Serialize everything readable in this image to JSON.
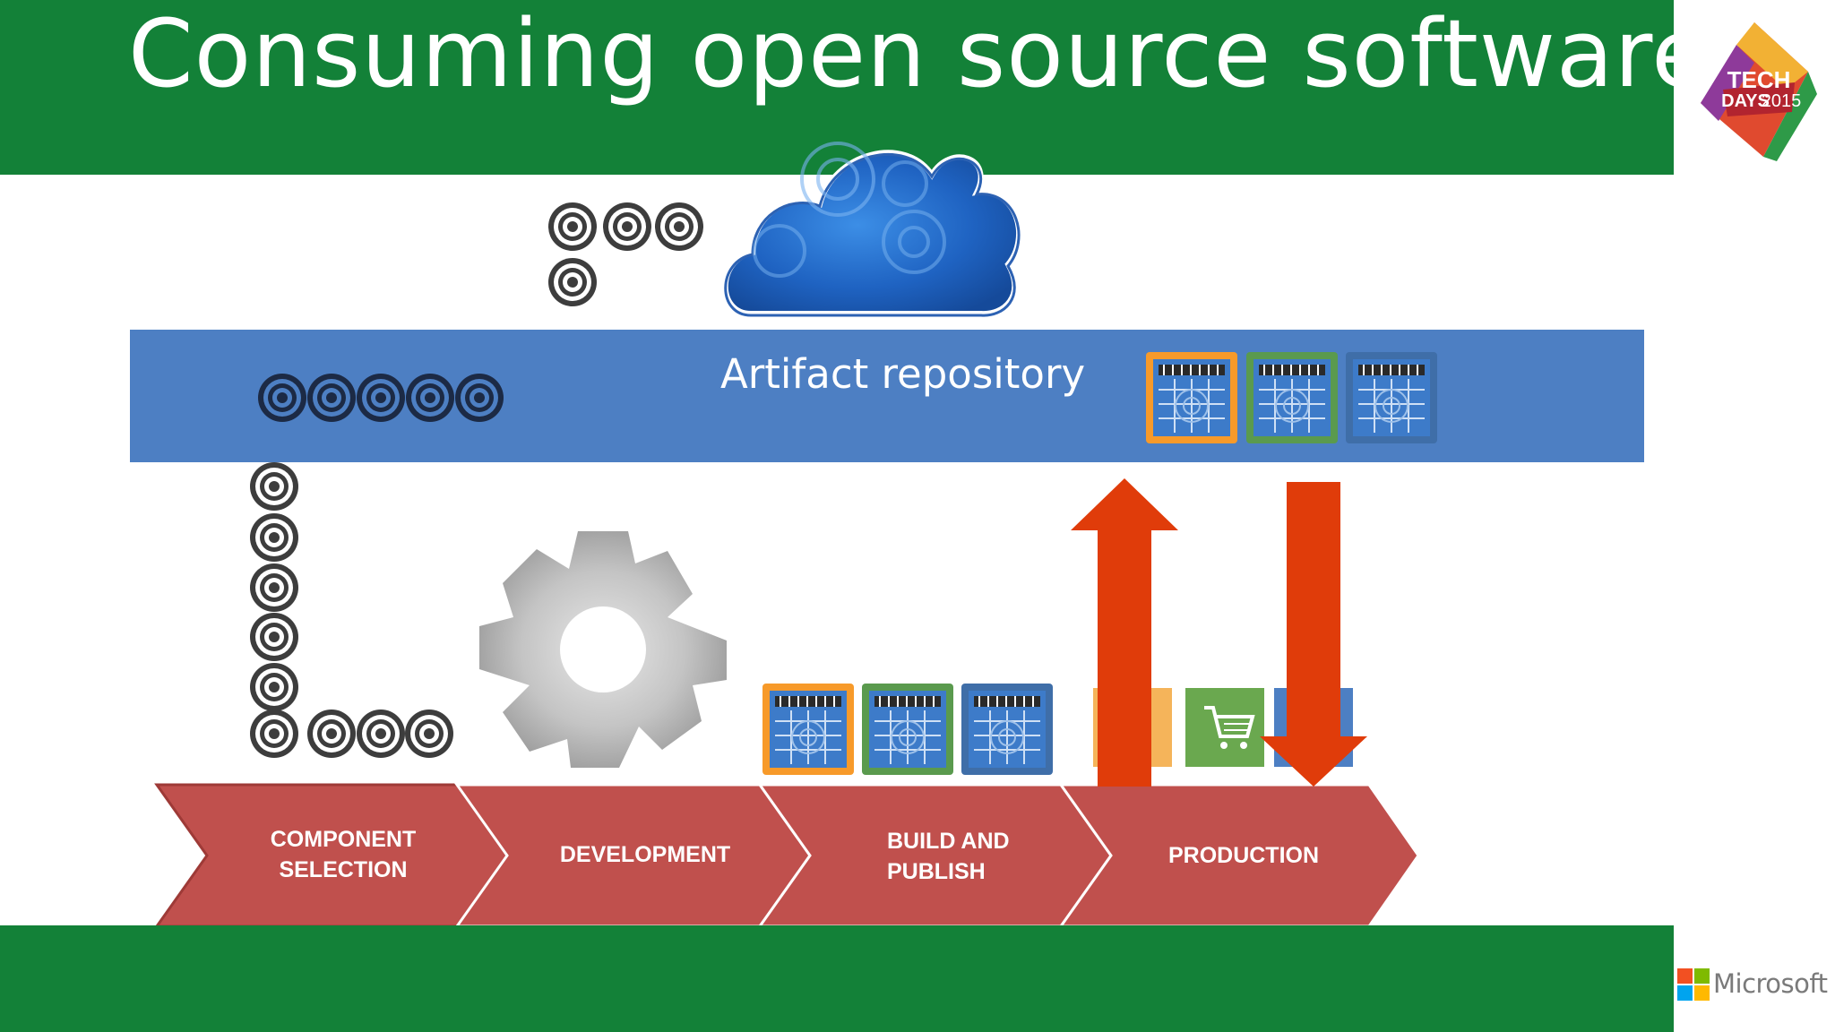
{
  "slide": {
    "title": "Consuming open source software",
    "repository_label": "Artifact repository",
    "footer_brand": "Microsoft",
    "event_logo": {
      "line1": "TECH",
      "line2": "DAYS",
      "year": "2015"
    }
  },
  "stages": [
    {
      "label_line1": "COMPONENT",
      "label_line2": "SELECTION"
    },
    {
      "label_line1": "DEVELOPMENT",
      "label_line2": ""
    },
    {
      "label_line1": "BUILD AND",
      "label_line2": "PUBLISH"
    },
    {
      "label_line1": "PRODUCTION",
      "label_line2": ""
    }
  ],
  "colors": {
    "brand_green": "#138138",
    "repository_blue": "#4d7fc3",
    "stage_red": "#c0504d",
    "arrow_orange": "#e03c0a",
    "package_orange": "#f79a2a",
    "package_green": "#5a9a4e",
    "package_blue": "#3f6ea8"
  },
  "icons": {
    "cloud": "cloud-icon",
    "gear": "gear-icon",
    "component": "component-disc-icon",
    "package": "package-icon",
    "cart": "shopping-cart-icon",
    "upload_arrow": "arrow-up-icon",
    "download_arrow": "arrow-down-icon"
  }
}
